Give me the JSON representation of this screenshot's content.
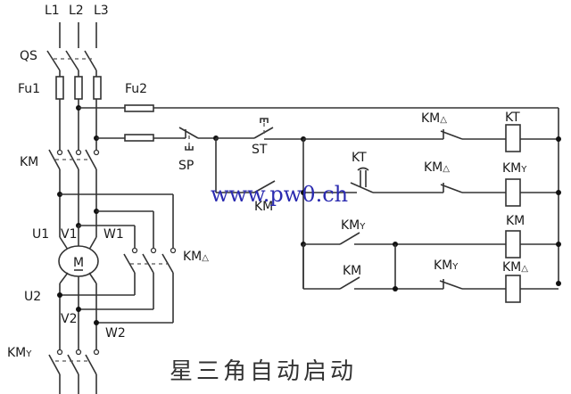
{
  "diagram": {
    "title": "星三角自动启动",
    "watermark": "www.pw0.ch",
    "colors": {
      "line": "#333333",
      "watermark": "#2b2bb0",
      "background": "#ffffff"
    },
    "power_circuit": {
      "phases": [
        "L1",
        "L2",
        "L3"
      ],
      "main_switch": "QS",
      "main_fuse": "Fu1",
      "main_contactor": "KM",
      "motor": "M",
      "motor_terminals": {
        "u1": "U1",
        "v1": "V1",
        "w1": "W1",
        "u2": "U2",
        "v2": "V2",
        "w2": "W2"
      },
      "delta_contactor": {
        "base": "KM",
        "suffix": "△"
      },
      "star_contactor": {
        "base": "KM",
        "suffix": "Y"
      }
    },
    "control_circuit": {
      "control_fuse": "Fu2",
      "stop_button": "SP",
      "start_button": "ST",
      "km_hold_contact": "KM",
      "kt_contact": "KT",
      "rung1_contact": {
        "base": "KM",
        "suffix": "△"
      },
      "rung2_contact": {
        "base": "KM",
        "suffix": "△"
      },
      "rung3_contact": {
        "base": "KM",
        "suffix": "Y"
      },
      "rung4_contact_km": "KM",
      "rung4_contact_kmy": {
        "base": "KM",
        "suffix": "Y"
      },
      "coils": [
        {
          "base": "KT",
          "suffix": ""
        },
        {
          "base": "KM",
          "suffix": "Y"
        },
        {
          "base": "KM",
          "suffix": ""
        },
        {
          "base": "KM",
          "suffix": "△"
        }
      ]
    }
  }
}
